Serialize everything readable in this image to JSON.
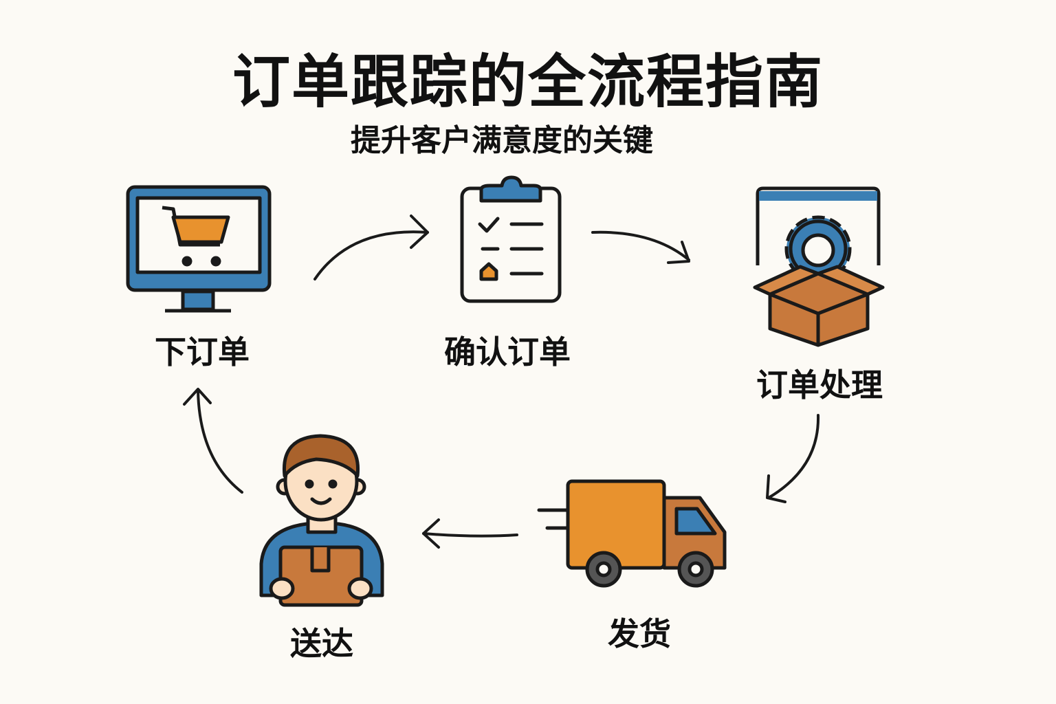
{
  "header": {
    "title": "订单跟踪的全流程指南",
    "subtitle": "提升客户满意度的关键"
  },
  "steps": [
    {
      "label": "下订单",
      "icon": "monitor-cart-icon"
    },
    {
      "label": "确认订单",
      "icon": "clipboard-checklist-icon"
    },
    {
      "label": "订单处理",
      "icon": "gear-box-icon"
    },
    {
      "label": "发货",
      "icon": "delivery-truck-icon"
    },
    {
      "label": "送达",
      "icon": "person-with-package-icon"
    }
  ],
  "colors": {
    "background": "#fcfaf5",
    "blue": "#3b7fb4",
    "orange": "#e8922e",
    "brown": "#c8793c",
    "outline": "#1a1a1a"
  }
}
